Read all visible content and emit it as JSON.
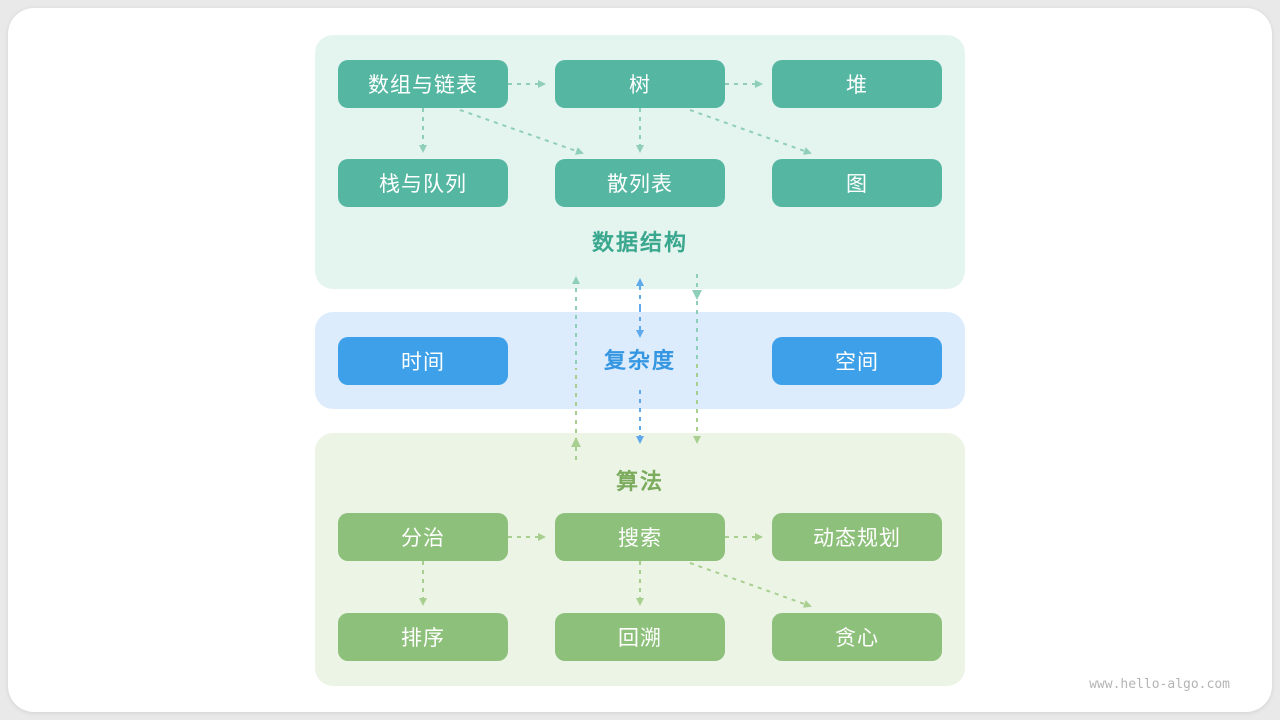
{
  "watermark": "www.hello-algo.com",
  "theme": {
    "page_bg": "#e9e9e9",
    "card_bg": "#ffffff",
    "teal_node": "#55b7a2",
    "teal_panel_bg": "#e4f4ee",
    "teal_label": "#3aa78f",
    "blue_node": "#3da0e8",
    "blue_panel_bg": "#ddecfc",
    "blue_label": "#3596e2",
    "green_node": "#8dc07a",
    "green_panel_bg": "#ecf4e6",
    "green_label": "#7bab5d",
    "arrow_teal": "#8fcfba",
    "arrow_green": "#a9cf90",
    "arrow_blue": "#5fa9ea",
    "watermark_color": "#b4b4b4"
  },
  "sections": {
    "data_structures": {
      "label": "数据结构",
      "nodes": [
        "数组与链表",
        "树",
        "堆",
        "栈与队列",
        "散列表",
        "图"
      ]
    },
    "complexity": {
      "label": "复杂度",
      "nodes": [
        "时间",
        "空间"
      ]
    },
    "algorithms": {
      "label": "算法",
      "nodes": [
        "分治",
        "搜索",
        "动态规划",
        "排序",
        "回溯",
        "贪心"
      ]
    }
  }
}
